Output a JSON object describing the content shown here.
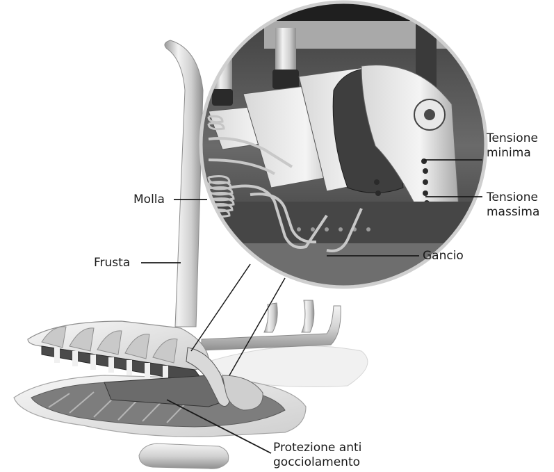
{
  "labels": {
    "molla": "Molla",
    "frusta": "Frusta",
    "tensione_minima": [
      "Tensione",
      "minima"
    ],
    "tensione_massima": [
      "Tensione",
      "massima"
    ],
    "gancio": "Gancio",
    "protezione": [
      "Protezione anti",
      "gocciolamento"
    ]
  },
  "colors": {
    "leader_line": "#1a1a1a",
    "metal_light": "#e6e6e6",
    "metal_mid": "#b9b9b9",
    "metal_dark": "#5a5a5a",
    "shadow": "#2b2b2b"
  }
}
